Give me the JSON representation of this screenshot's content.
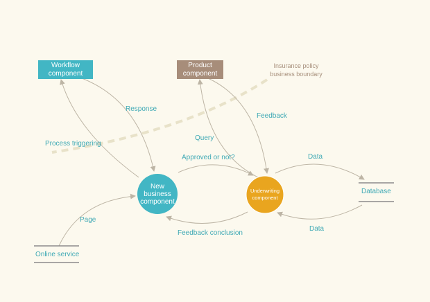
{
  "colors": {
    "teal": "#42b6c4",
    "brown": "#a78d7a",
    "orange": "#e9a51f",
    "label": "#3fa9b5",
    "arrow": "#bdb5a5",
    "boundary": "#e8e2c9",
    "store_line": "#8b8b8b"
  },
  "nodes": {
    "workflow": "Workflow\ncomponent",
    "product": "Product\ncomponent",
    "new_business": "New\nbusiness\ncomponent",
    "underwriting": "Underwriting\ncomponent",
    "database": "Database",
    "online_service": "Online service"
  },
  "boundary_label": "Insurance policy\nbusiness boundary",
  "edges": {
    "response": "Response",
    "process_triggering": "Process triggering",
    "query": "Query",
    "feedback": "Feedback",
    "approved": "Approved or not?",
    "data_out": "Data",
    "data_in": "Data",
    "feedback_conclusion": "Feedback conclusion",
    "page": "Page"
  }
}
